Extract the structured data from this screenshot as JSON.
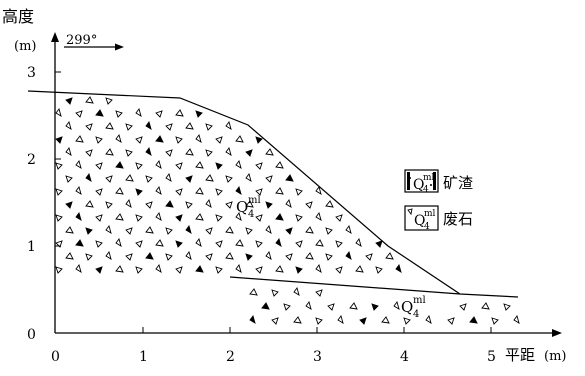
{
  "y_axis": {
    "title": "高度",
    "unit": "(m)",
    "ticks": [
      "3",
      "2",
      "1",
      "0"
    ]
  },
  "x_axis": {
    "title": "平距",
    "unit": "(m)",
    "ticks": [
      "0",
      "1",
      "2",
      "3",
      "4",
      "5"
    ]
  },
  "direction": "299°",
  "layers": [
    {
      "symbol": "Q",
      "sub": "4",
      "sup": "ml"
    },
    {
      "symbol": "Q",
      "sub": "4",
      "sup": "ml"
    }
  ],
  "legend": [
    {
      "symbol": "Q",
      "sub": "4",
      "sup": "ml",
      "label": "矿渣"
    },
    {
      "symbol": "Q",
      "sub": "4",
      "sup": "ml",
      "label": "废石"
    }
  ]
}
